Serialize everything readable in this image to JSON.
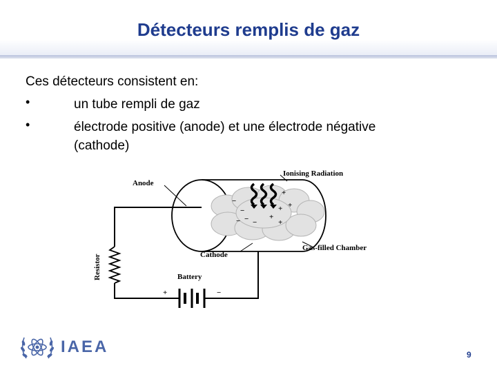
{
  "slide": {
    "title": "Détecteurs remplis de gaz",
    "intro": "Ces détecteurs consistent en:",
    "bullets": [
      "un tube rempli de gaz",
      "électrode positive (anode) et une électrode négative",
      "(cathode)"
    ],
    "bullet_symbol": "•",
    "page_number": "9"
  },
  "diagram": {
    "labels": {
      "anode": "Anode",
      "ionising_radiation": "Ionising Radiation",
      "cathode": "Cathode",
      "gas_chamber": "Gas-filled Chamber",
      "resistor": "Resistor",
      "battery": "Battery",
      "plus": "+",
      "minus": "−"
    }
  },
  "footer": {
    "logo_text": "IAEA",
    "logo_icon": "atom-laurel-icon"
  },
  "colors": {
    "title": "#1f3c8e",
    "logo": "#4a66a8"
  }
}
